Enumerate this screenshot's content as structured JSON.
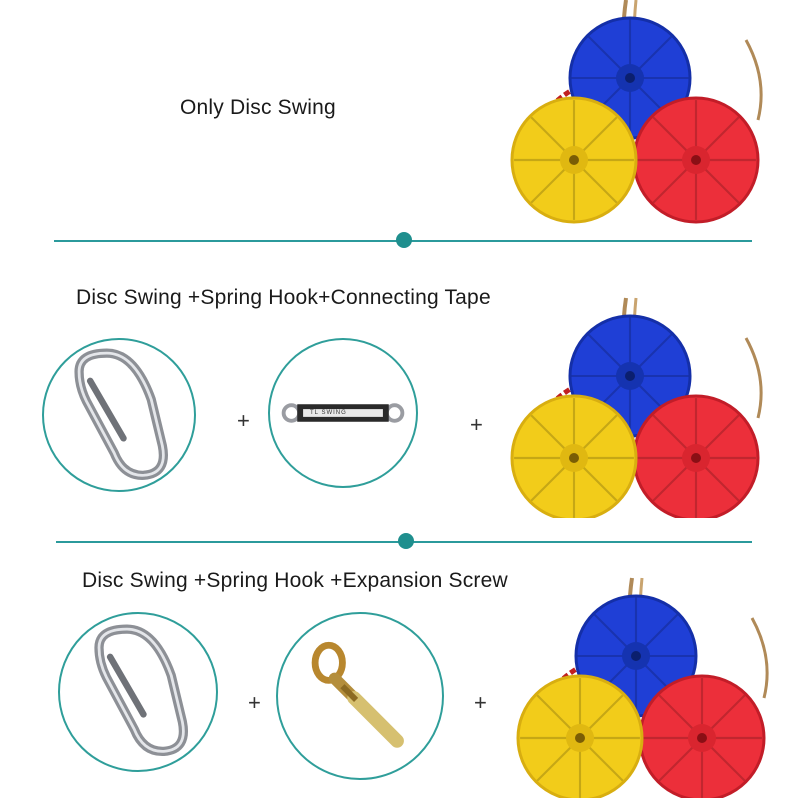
{
  "sections": [
    {
      "title": "Only Disc Swing"
    },
    {
      "title": "Disc Swing +Spring Hook+Connecting Tape",
      "tape_text": "TL SWING"
    },
    {
      "title": "Disc Swing +Spring Hook +Expansion Screw"
    }
  ],
  "plus_sign": "+",
  "colors": {
    "accent": "#2b9a9c",
    "blue": "#1f3fd6",
    "yellow": "#f2cc1a",
    "red": "#ec2f3a"
  }
}
